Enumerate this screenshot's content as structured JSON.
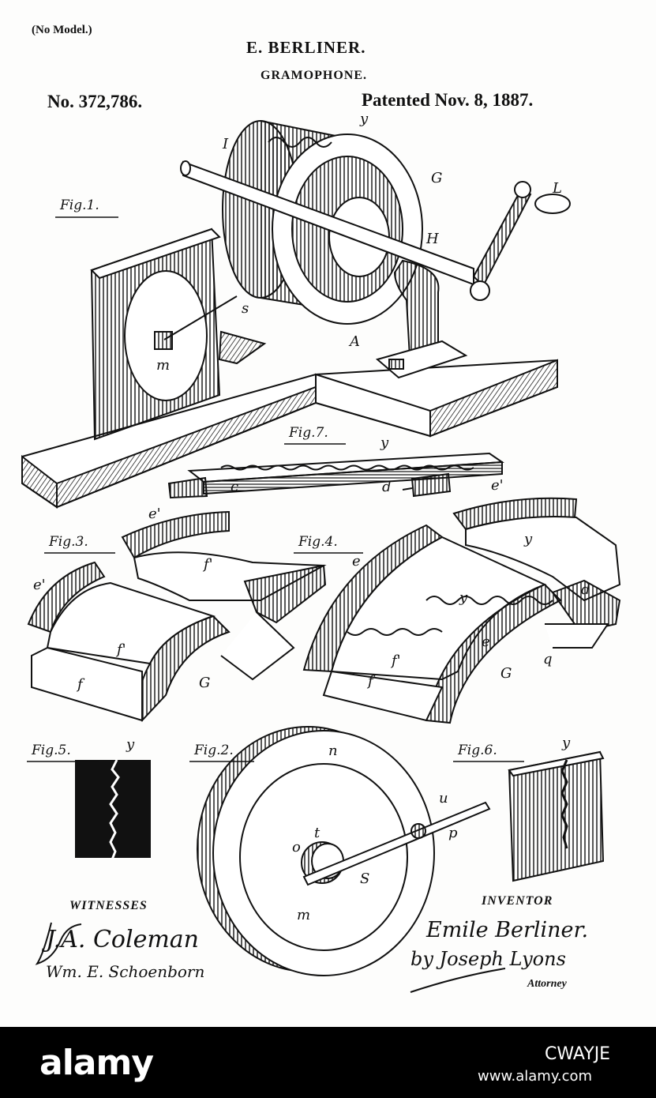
{
  "header": {
    "no_model": "(No Model.)",
    "inventor_name": "E. BERLINER.",
    "title": "GRAMOPHONE.",
    "patent_number": "No. 372,786.",
    "patent_date": "Patented Nov. 8, 1887."
  },
  "figures": {
    "fig1": "Fig.1.",
    "fig2": "Fig.2.",
    "fig3": "Fig.3.",
    "fig4": "Fig.4.",
    "fig5": "Fig.5.",
    "fig6": "Fig.6.",
    "fig7": "Fig.7."
  },
  "labels": {
    "I": "I",
    "y": "y",
    "G": "G",
    "L": "L",
    "H": "H",
    "A": "A",
    "s": "s",
    "m": "m",
    "n": "n",
    "c": "c",
    "d": "d",
    "e": "e",
    "e_prime": "e'",
    "f": "f",
    "f_prime": "f'",
    "q": "q",
    "u": "u",
    "p": "p",
    "o": "o",
    "t": "t",
    "S": "S"
  },
  "footer_block": {
    "witnesses_heading": "WITNESSES",
    "witness_1": "J.A. Coleman",
    "witness_2": "Wm. E. Schoenborn",
    "inventor_heading": "INVENTOR",
    "inventor_signature": "Emile Berliner.",
    "attorney_signature": "by Joseph Lyons",
    "attorney_label": "Attorney"
  },
  "watermark": {
    "logo": "alamy",
    "image_id": "CWAYJE",
    "url": "www.alamy.com"
  }
}
